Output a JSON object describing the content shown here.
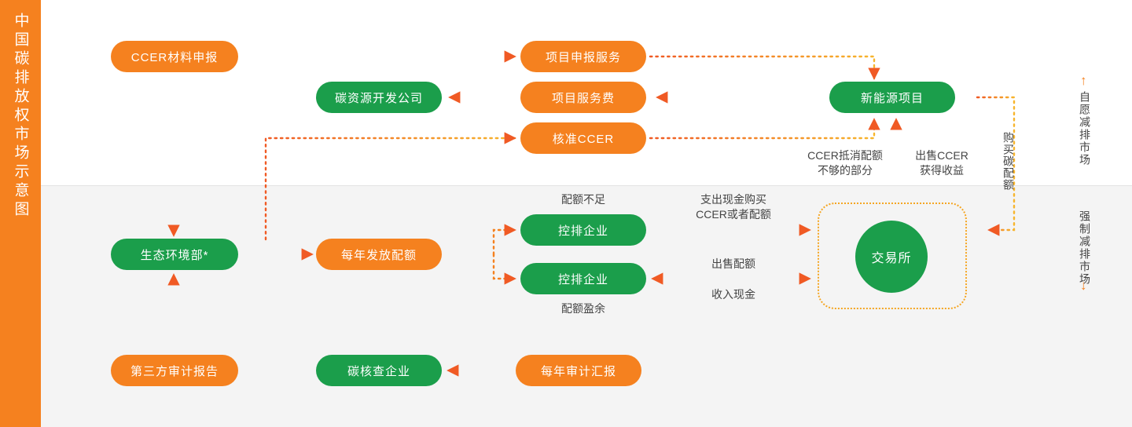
{
  "title_rail": {
    "text": "中国碳排放权市场示意图"
  },
  "colors": {
    "orange": "#F5811F",
    "green": "#1B9E4B",
    "arrow": "#F05A24",
    "dot_line": "#F5811F",
    "label_text": "#444444",
    "band_top": "#FFFFFF",
    "band_bottom": "#F4F4F4"
  },
  "nodes": {
    "ccer_material": "CCER材料申报",
    "carbon_dev_company": "碳资源开发公司",
    "project_declare_service": "项目申报服务",
    "project_service_fee": "项目服务费",
    "approve_ccer": "核准CCER",
    "new_energy_project": "新能源项目",
    "ministry_env": "生态环境部*",
    "annual_quota": "每年发放配额",
    "controlled_enterprise_1": "控排企业",
    "controlled_enterprise_2": "控排企业",
    "exchange": "交易所",
    "third_party_audit_report": "第三方审计报告",
    "carbon_verification_company": "碳核查企业",
    "annual_audit_report": "每年审计汇报"
  },
  "edge_labels": {
    "ccer_offset_shortfall": "CCER抵消配额\n不够的部分",
    "sell_ccer_gain": "出售CCER\n获得收益",
    "buy_carbon_quota": "购买碳配额",
    "quota_shortage": "配额不足",
    "quota_surplus": "配额盈余",
    "pay_cash_buy": "支出现金购买\nCCER或者配额",
    "sell_quota": "出售配额",
    "receive_cash": "收入现金"
  },
  "legend": {
    "voluntary_market": "自愿减排市场",
    "mandatory_market": "强制减排市场",
    "up_arrow": "↑",
    "down_arrow": "↓"
  },
  "chart_data": {
    "type": "diagram",
    "title": "中国碳排放权市场示意图",
    "sections": [
      {
        "name": "自愿减排市场",
        "band": "top"
      },
      {
        "name": "强制减排市场",
        "band": "bottom"
      }
    ],
    "flows": [
      {
        "from": "CCER材料申报",
        "to": "项目申报服务"
      },
      {
        "from": "CCER材料申报",
        "to": "生态环境部*"
      },
      {
        "from": "项目申报服务",
        "to": "新能源项目"
      },
      {
        "from": "新能源项目",
        "to": "项目服务费"
      },
      {
        "from": "项目服务费",
        "to": "碳资源开发公司"
      },
      {
        "from": "核准CCER",
        "to": "新能源项目"
      },
      {
        "from": "生态环境部*",
        "to": "核准CCER"
      },
      {
        "from": "生态环境部*",
        "to": "每年发放配额"
      },
      {
        "from": "每年发放配额",
        "to": "控排企业",
        "label": "配额不足"
      },
      {
        "from": "每年发放配额",
        "to": "控排企业",
        "label": "配额盈余"
      },
      {
        "from": "控排企业",
        "to": "交易所",
        "label": "支出现金购买CCER或者配额"
      },
      {
        "from": "交易所",
        "to": "控排企业",
        "label": "出售配额 / 收入现金"
      },
      {
        "from": "交易所",
        "to": "新能源项目",
        "label": "出售CCER获得收益"
      },
      {
        "from": "交易所",
        "to": "新能源项目",
        "label": "CCER抵消配额不够的部分"
      },
      {
        "from": "新能源项目",
        "to": "交易所",
        "label": "购买碳配额"
      },
      {
        "from": "每年审计汇报",
        "to": "碳核查企业"
      },
      {
        "from": "碳核查企业",
        "to": "第三方审计报告"
      },
      {
        "from": "第三方审计报告",
        "to": "生态环境部*"
      },
      {
        "from": "控排企业",
        "to": "每年审计汇报"
      }
    ]
  }
}
